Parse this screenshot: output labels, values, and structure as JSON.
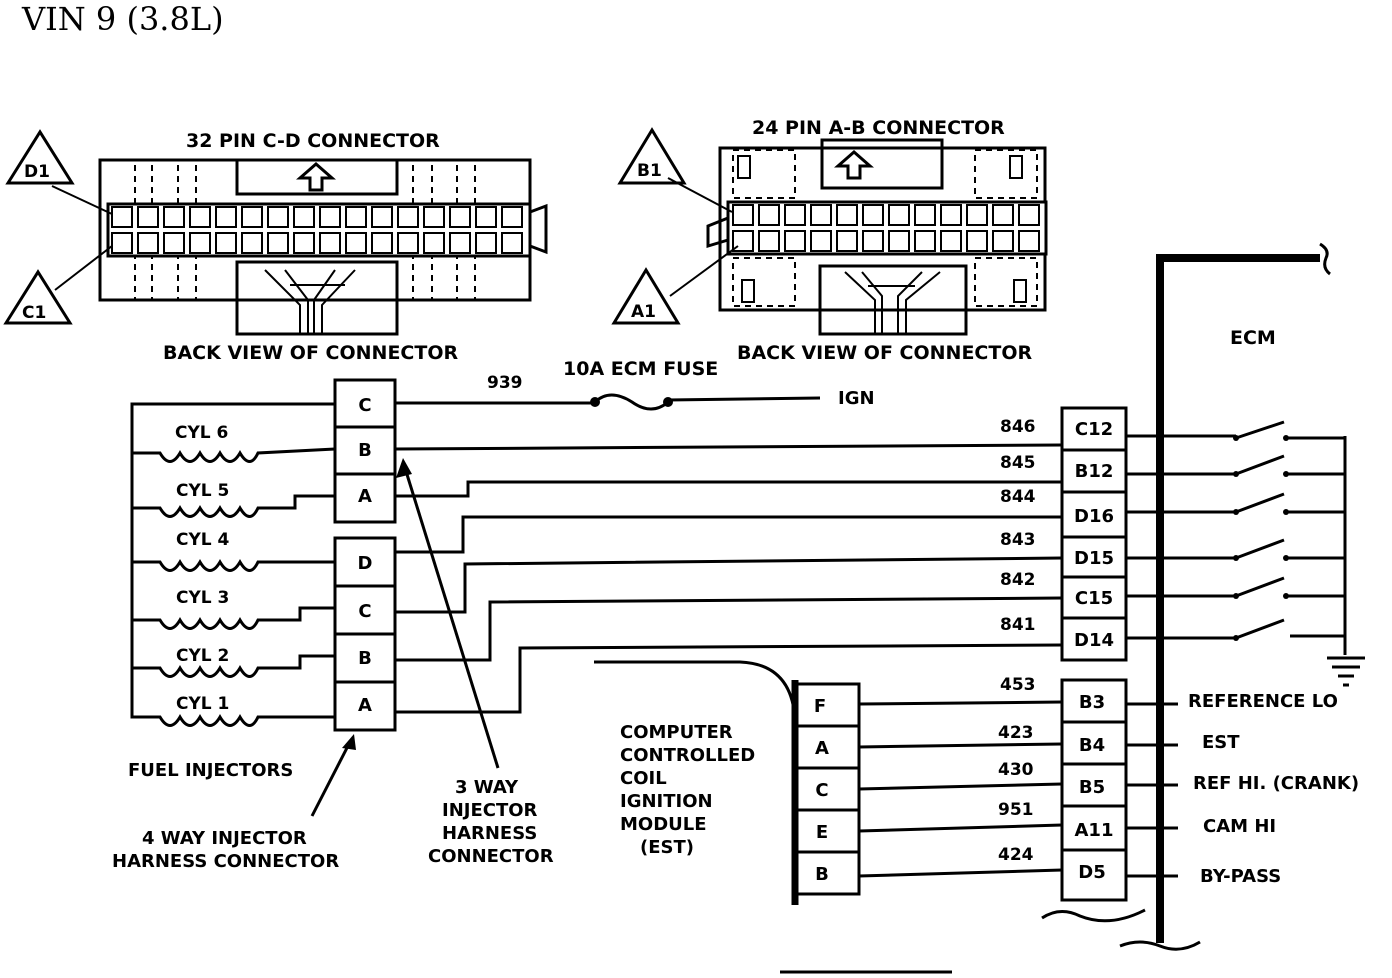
{
  "title": "VIN 9 (3.8L)",
  "connector_cd": {
    "title": "32 PIN C-D CONNECTOR",
    "caption": "BACK VIEW OF CONNECTOR",
    "label_d1": "D1",
    "label_c1": "C1"
  },
  "connector_ab": {
    "title": "24 PIN A-B CONNECTOR",
    "caption": "BACK VIEW OF CONNECTOR",
    "label_b1": "B1",
    "label_a1": "A1"
  },
  "fuse": {
    "label": "10A ECM FUSE",
    "wire": "939",
    "source": "IGN"
  },
  "ecm_label": "ECM",
  "injectors": {
    "cyl6": "CYL 6",
    "cyl5": "CYL 5",
    "cyl4": "CYL 4",
    "cyl3": "CYL 3",
    "cyl2": "CYL 2",
    "cyl1": "CYL 1",
    "caption": "FUEL INJECTORS"
  },
  "harness3": {
    "pins": [
      "C",
      "B",
      "A"
    ],
    "caption": [
      "3 WAY",
      "INJECTOR",
      "HARNESS",
      "CONNECTOR"
    ]
  },
  "harness4": {
    "pins": [
      "D",
      "C",
      "B",
      "A"
    ],
    "caption": [
      "4 WAY INJECTOR",
      "HARNESS CONNECTOR"
    ]
  },
  "injector_wires": [
    {
      "wire": "846",
      "pin": "C12"
    },
    {
      "wire": "845",
      "pin": "B12"
    },
    {
      "wire": "844",
      "pin": "D16"
    },
    {
      "wire": "843",
      "pin": "D15"
    },
    {
      "wire": "842",
      "pin": "C15"
    },
    {
      "wire": "841",
      "pin": "D14"
    }
  ],
  "ignition_module": {
    "pins": [
      "F",
      "A",
      "C",
      "E",
      "B"
    ],
    "caption": [
      "COMPUTER",
      "CONTROLLED",
      "COIL",
      "IGNITION",
      "MODULE",
      "(EST)"
    ]
  },
  "ignition_wires": [
    {
      "wire": "453",
      "pin": "B3",
      "func": "REFERENCE LO"
    },
    {
      "wire": "423",
      "pin": "B4",
      "func": "EST"
    },
    {
      "wire": "430",
      "pin": "B5",
      "func": "REF HI. (CRANK)"
    },
    {
      "wire": "951",
      "pin": "A11",
      "func": "CAM HI"
    },
    {
      "wire": "424",
      "pin": "D5",
      "func": "BY-PASS"
    }
  ]
}
